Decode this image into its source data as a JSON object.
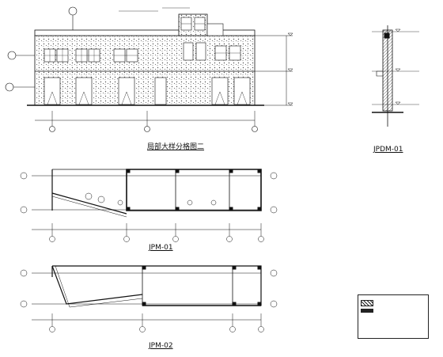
{
  "captions": {
    "elevation": "局部大样分格图二",
    "section": "JPDM-01",
    "plan1": "JPM-01",
    "plan2": "JPM-02"
  },
  "colors": {
    "line": "#111111",
    "hatch": "#444444",
    "paper": "#ffffff"
  }
}
